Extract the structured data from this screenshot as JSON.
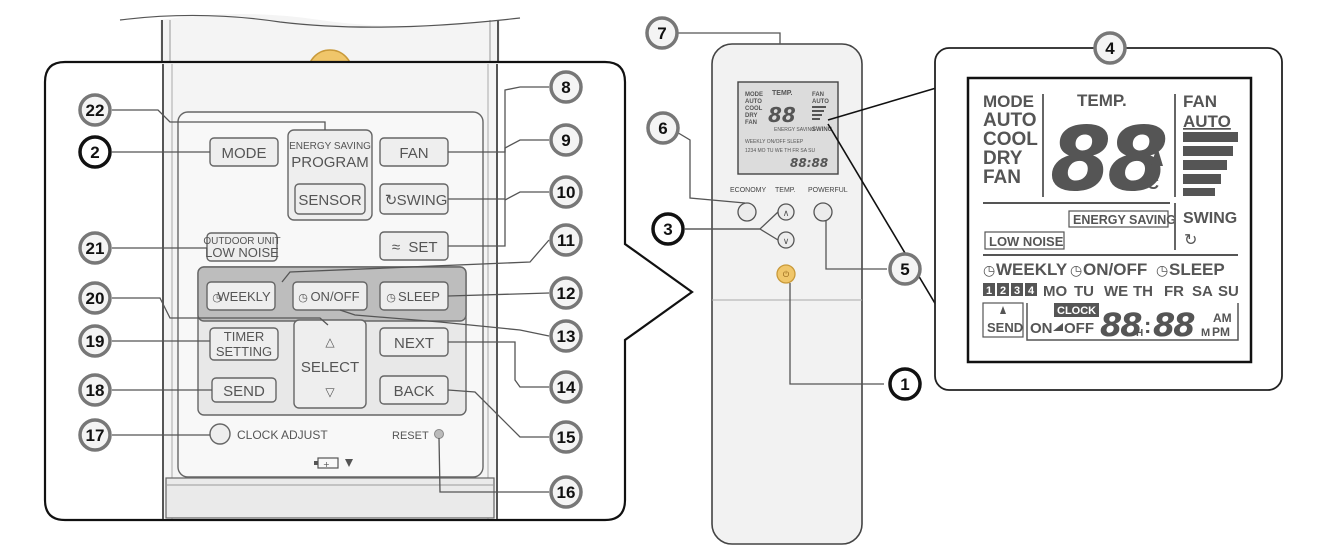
{
  "remote": {
    "power_symbol": "⏻/I",
    "buttons": {
      "mode": "MODE",
      "energy_saving_line1": "ENERGY SAVING",
      "energy_saving_line2": "PROGRAM",
      "sensor": "SENSOR",
      "fan": "FAN",
      "swing": "SWING",
      "outdoor_line1": "OUTDOOR UNIT",
      "outdoor_line2": "LOW NOISE",
      "set": "SET",
      "weekly": "WEEKLY",
      "onoff": "ON/OFF",
      "sleep": "SLEEP",
      "timer_line1": "TIMER",
      "timer_line2": "SETTING",
      "select": "SELECT",
      "next": "NEXT",
      "send": "SEND",
      "back": "BACK",
      "clock_adjust": "CLOCK ADJUST",
      "reset": "RESET"
    },
    "small_buttons": {
      "economy": "ECONOMY",
      "temp": "TEMP.",
      "powerful": "POWERFUL"
    }
  },
  "display": {
    "mode": "MODE",
    "auto": "AUTO",
    "cool": "COOL",
    "dry": "DRY",
    "fan_mode": "FAN",
    "temp": "TEMP.",
    "temp_digits": "88",
    "degree": "°C",
    "fan": "FAN",
    "fan_auto": "AUTO",
    "energy_saving": "ENERGY SAVING",
    "swing": "SWING",
    "low_noise": "LOW NOISE",
    "weekly": "WEEKLY",
    "onoff": "ON/OFF",
    "sleep": "SLEEP",
    "days": [
      "MO",
      "TU",
      "WE",
      "TH",
      "FR",
      "SA",
      "SU"
    ],
    "programs": [
      "1",
      "2",
      "3",
      "4"
    ],
    "send": "SEND",
    "clock": "CLOCK",
    "on": "ON",
    "off": "OFF",
    "hour_digits": "88",
    "h": "H",
    "minute_digits": "88",
    "am": "AM",
    "m": "M",
    "pm": "PM"
  },
  "callouts": [
    "1",
    "2",
    "3",
    "4",
    "5",
    "6",
    "7",
    "8",
    "9",
    "10",
    "11",
    "12",
    "13",
    "14",
    "15",
    "16",
    "17",
    "18",
    "19",
    "20",
    "21",
    "22"
  ]
}
